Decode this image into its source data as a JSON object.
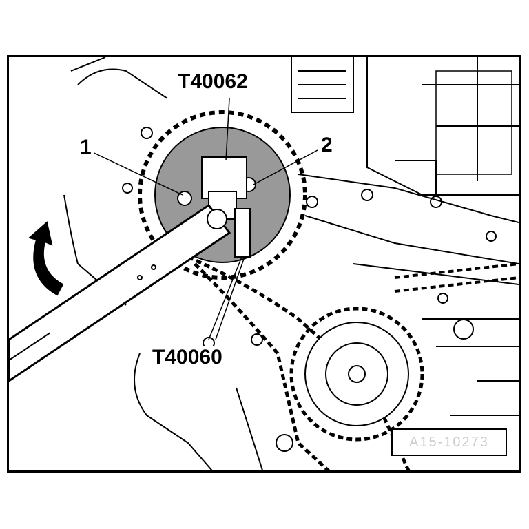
{
  "labels": {
    "tool_top": "T40062",
    "tool_bottom": "T40060",
    "item_1": "1",
    "item_2": "2"
  },
  "reference_code": "A15-10273"
}
